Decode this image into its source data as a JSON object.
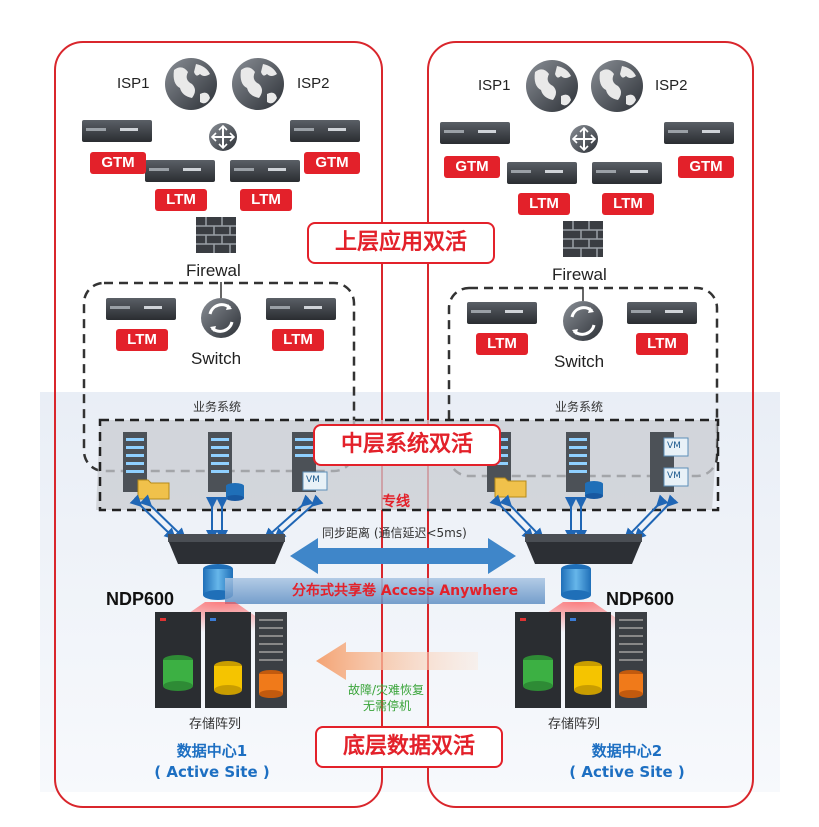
{
  "left": {
    "isp1": "ISP1",
    "isp2": "ISP2",
    "gtm_a": "GTM",
    "gtm_b": "GTM",
    "ltm_top_a": "LTM",
    "ltm_top_b": "LTM",
    "firewall": "Firewal",
    "ltm_mid_a": "LTM",
    "ltm_mid_b": "LTM",
    "switch": "Switch",
    "business": "业务系统",
    "vm": "VM",
    "ndp": "NDP600",
    "storage": "存储阵列",
    "dc_name": "数据中心1",
    "dc_site": "( Active Site )"
  },
  "right": {
    "isp1": "ISP1",
    "isp2": "ISP2",
    "gtm_a": "GTM",
    "gtm_b": "GTM",
    "ltm_top_a": "LTM",
    "ltm_top_b": "LTM",
    "firewall": "Firewal",
    "ltm_mid_a": "LTM",
    "ltm_mid_b": "LTM",
    "switch": "Switch",
    "business": "业务系统",
    "vm": "VM",
    "ndp": "NDP600",
    "storage": "存储阵列",
    "dc_name": "数据中心2",
    "dc_site": "( Active Site )"
  },
  "center": {
    "banner_top": "上层应用双活",
    "banner_mid": "中层系统双活",
    "banner_bottom": "底层数据双活",
    "dedicated_line": "专线",
    "sync_distance": "同步距离 (通信延迟<5ms)",
    "shared_volume": "分布式共享卷 Access Anywhere",
    "recovery_line1": "故障/灾难恢复",
    "recovery_line2": "无需停机"
  },
  "colors": {
    "accent_red": "#e3212a",
    "site_blue": "#1d6fc2",
    "arrow_blue": "#3f86c9",
    "recovery_green": "#3aa43a",
    "disk_green": "#3cb043",
    "disk_yellow": "#f5c400",
    "disk_orange": "#f07a1a"
  }
}
